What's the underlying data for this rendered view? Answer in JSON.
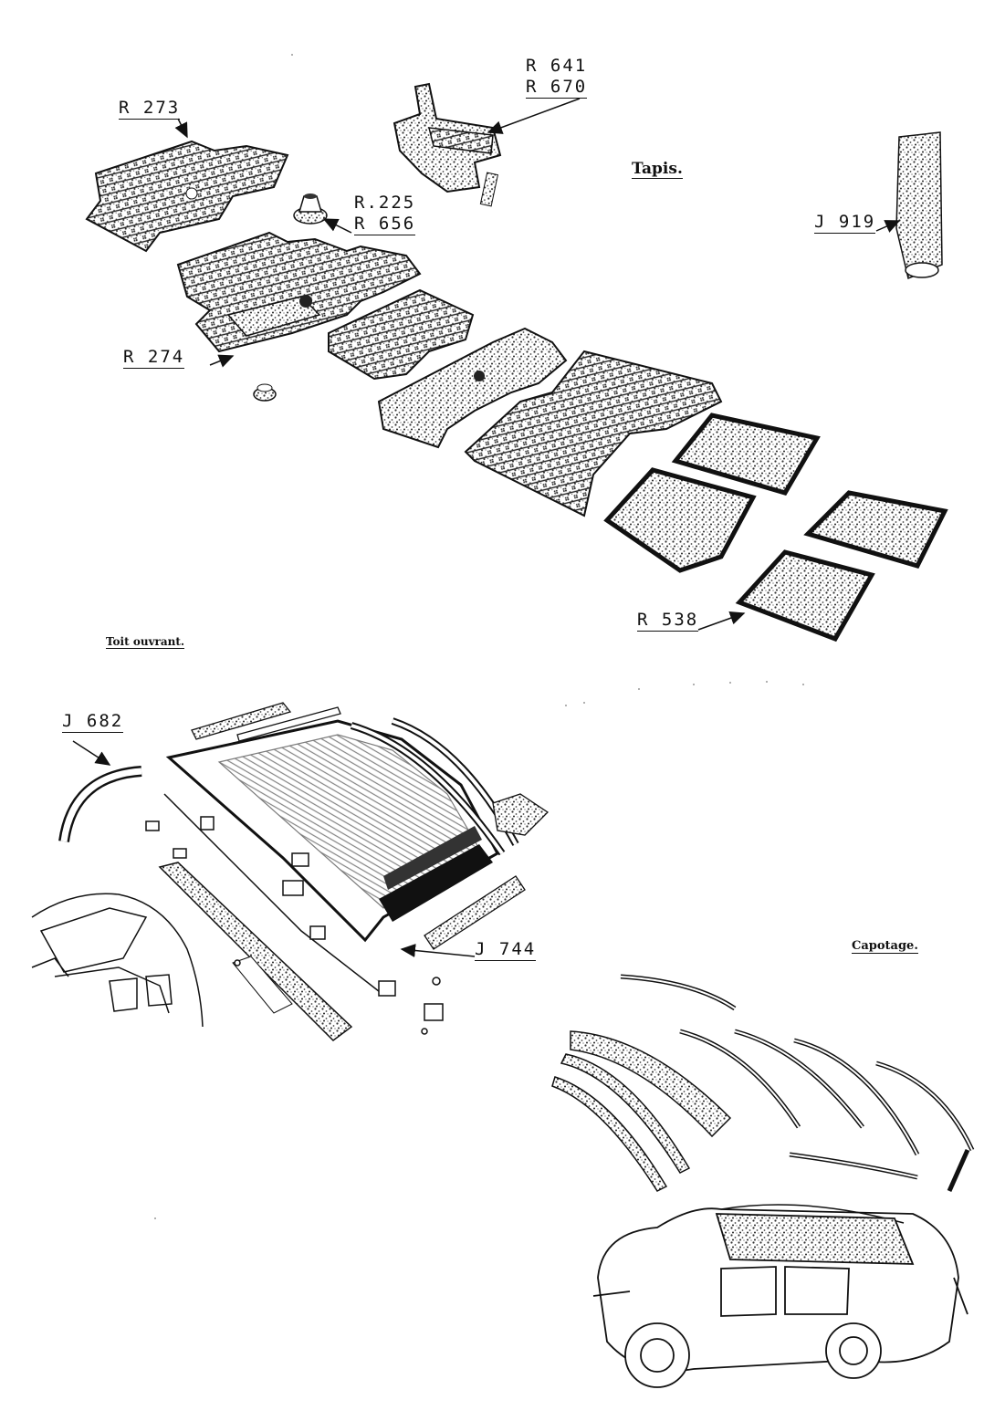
{
  "sections": {
    "tapis": "Tapis.",
    "toit_ouvrant": "Toit ouvrant.",
    "capotage": "Capotage."
  },
  "refs": {
    "r273": "R 273",
    "r641": "R 641",
    "r670": "R 670",
    "r225": "R.225",
    "r656": "R 656",
    "j919": "J 919",
    "r274": "R 274",
    "r538": "R 538",
    "j682": "J 682",
    "j744": "J 744"
  },
  "colors": {
    "ink": "#111111",
    "paper": "#ffffff",
    "texture": "#444444"
  }
}
